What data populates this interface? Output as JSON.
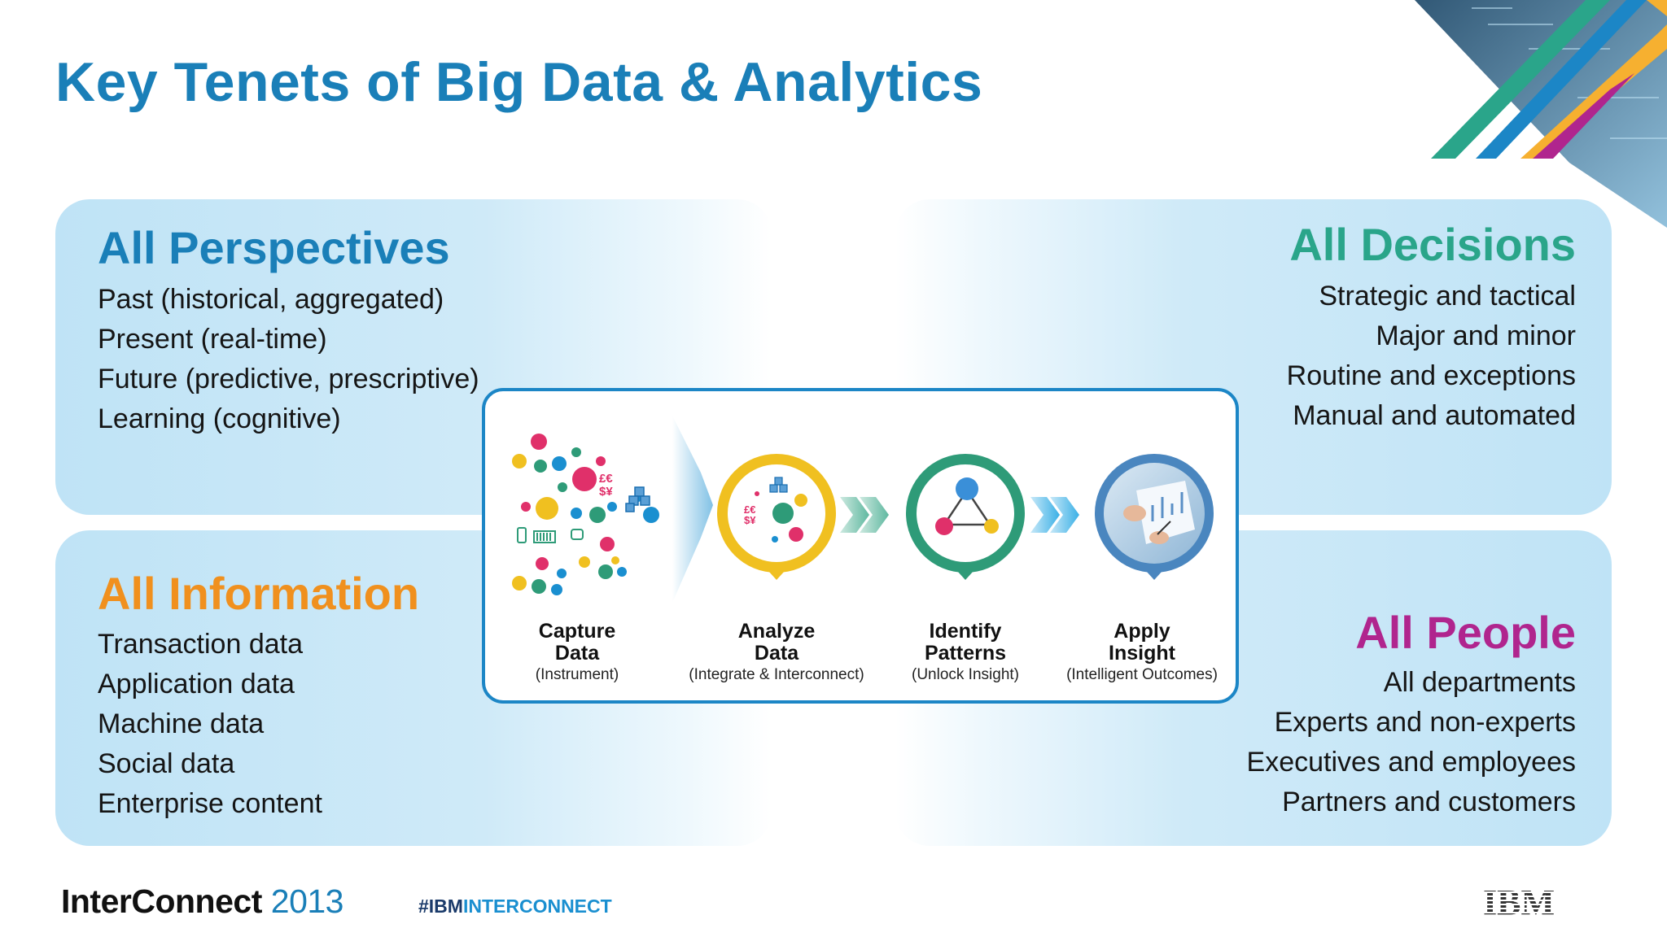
{
  "slide": {
    "title": "Key Tenets of Big Data & Analytics"
  },
  "quadrants": {
    "perspectives": {
      "heading": "All Perspectives",
      "color": "#1a7fb8",
      "items": [
        "Past (historical, aggregated)",
        "Present (real-time)",
        "Future (predictive, prescriptive)",
        "Learning (cognitive)"
      ]
    },
    "information": {
      "heading": "All Information",
      "color": "#f0901e",
      "items": [
        "Transaction data",
        "Application data",
        "Machine data",
        "Social data",
        "Enterprise content"
      ]
    },
    "decisions": {
      "heading": "All Decisions",
      "color": "#2aa58a",
      "items": [
        "Strategic and tactical",
        "Major and minor",
        "Routine and exceptions",
        "Manual and automated"
      ]
    },
    "people": {
      "heading": "All People",
      "color": "#b0258e",
      "items": [
        "All departments",
        "Experts and non-experts",
        "Executives and employees",
        "Partners and customers"
      ]
    }
  },
  "process": {
    "steps": [
      {
        "name": "Capture\nData",
        "sub": "(Instrument)",
        "icon": "data-scatter-icon",
        "ring": "#1a8fd0"
      },
      {
        "name": "Analyze\nData",
        "sub": "(Integrate & Interconnect)",
        "icon": "analyze-pin-icon",
        "ring": "#f0c020"
      },
      {
        "name": "Identify\nPatterns",
        "sub": "(Unlock Insight)",
        "icon": "pattern-pin-icon",
        "ring": "#2e9b78"
      },
      {
        "name": "Apply\nInsight",
        "sub": "(Intelligent Outcomes)",
        "icon": "insight-pin-icon",
        "ring": "#4a86bf"
      }
    ],
    "currency_glyph_top": "£€",
    "currency_glyph_bottom": "$¥"
  },
  "footer": {
    "brand_bold": "InterConnect",
    "brand_year": "2013",
    "hashtag_prefix": "#IBM",
    "hashtag_rest": "INTERCONNECT",
    "logo_text": "IBM"
  }
}
